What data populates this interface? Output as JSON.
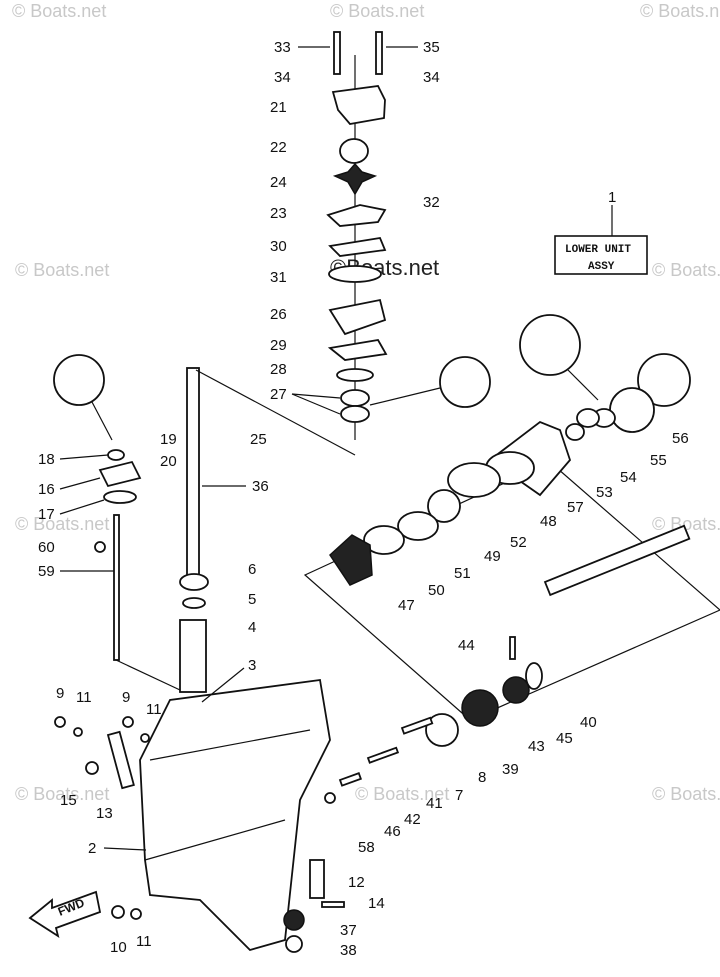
{
  "watermarks": {
    "brand": "© Boats.net",
    "center": "©Boats.net"
  },
  "box": {
    "ref": "1",
    "line1": "LOWER UNIT",
    "line2": "ASSY"
  },
  "fwd": "FWD",
  "colors": {
    "ink": "#111111",
    "watermark": "#c8c8c8"
  },
  "labels": {
    "n33": "33",
    "n35": "35",
    "n34a": "34",
    "n34b": "34",
    "n21": "21",
    "n22": "22",
    "n24": "24",
    "n32": "32",
    "n23": "23",
    "n30": "30",
    "n31": "31",
    "n26": "26",
    "n29": "29",
    "n28": "28",
    "n27": "27",
    "n18": "18",
    "n19": "19",
    "n20": "20",
    "n25": "25",
    "n16": "16",
    "n17": "17",
    "n36": "36",
    "n60": "60",
    "n59": "59",
    "n6": "6",
    "n5": "5",
    "n4": "4",
    "n3": "3",
    "n56": "56",
    "n55": "55",
    "n54": "54",
    "n53": "53",
    "n57": "57",
    "n48": "48",
    "n52": "52",
    "n49": "49",
    "n51": "51",
    "n50": "50",
    "n47": "47",
    "n44": "44",
    "n40": "40",
    "n45": "45",
    "n43": "43",
    "n39": "39",
    "n8": "8",
    "n7": "7",
    "n41": "41",
    "n42": "42",
    "n46": "46",
    "n58": "58",
    "n9a": "9",
    "n11a": "11",
    "n9b": "9",
    "n11b": "11",
    "n15": "15",
    "n13": "13",
    "n2": "2",
    "n12": "12",
    "n14": "14",
    "n37": "37",
    "n38": "38",
    "n10": "10",
    "n11c": "11"
  }
}
